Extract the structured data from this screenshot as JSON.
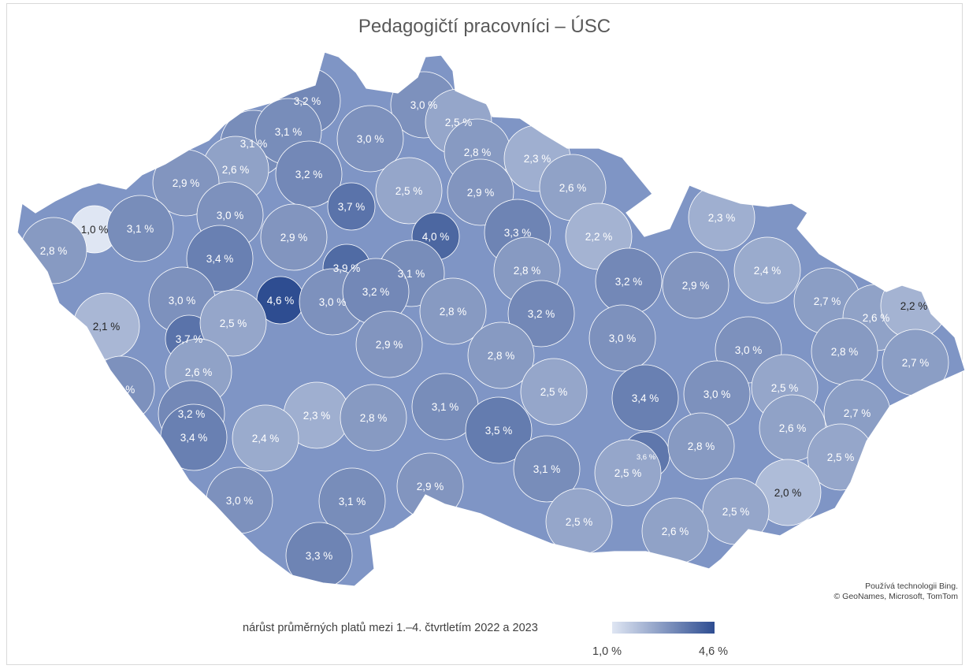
{
  "title": "Pedagogičtí pracovníci – ÚSC",
  "attribution": {
    "line1": "Používá technologii Bing.",
    "line2": "© GeoNames, Microsoft, TomTom"
  },
  "legend": {
    "label": "nárůst průměrných platů mezi 1.–4. čtvrtletím 2022 a 2023",
    "min_label": "1,0 %",
    "max_label": "4,6 %",
    "min_value": 1.0,
    "max_value": 4.6,
    "color_low": "#dfe6f3",
    "color_high": "#2e4d91"
  },
  "chart_data": {
    "type": "choropleth",
    "values": [
      3.2,
      3.0,
      2.5,
      3.1,
      3.1,
      3.0,
      2.8,
      2.3,
      2.6,
      3.2,
      2.9,
      2.5,
      2.9,
      2.6,
      1.0,
      3.1,
      2.8,
      3.0,
      3.7,
      4.0,
      3.3,
      2.2,
      2.3,
      3.4,
      2.9,
      3.9,
      3.1,
      2.8,
      3.2,
      2.9,
      2.4,
      3.0,
      4.6,
      3.0,
      3.2,
      2.8,
      3.2,
      2.7,
      2.6,
      2.2,
      2.1,
      3.7,
      2.5,
      2.9,
      3.0,
      2.6,
      3.0,
      2.8,
      2.8,
      2.7,
      3.0,
      3.2,
      3.4,
      2.5,
      3.0,
      2.5,
      3.4,
      2.3,
      2.4,
      2.8,
      3.1,
      3.5,
      2.7,
      2.6,
      3.6,
      2.8,
      2.5,
      3.1,
      2.9,
      3.0,
      3.1,
      2.5,
      2.0,
      2.5,
      2.5,
      2.6,
      3.3
    ],
    "labels": [
      "3,2 %",
      "3,0 %",
      "2,5 %",
      "3,1 %",
      "3,1 %",
      "3,0 %",
      "2,8 %",
      "2,3 %",
      "2,6 %",
      "3,2 %",
      "2,9 %",
      "2,5 %",
      "2,9 %",
      "2,6 %",
      "1,0 %",
      "3,1 %",
      "2,8 %",
      "3,0 %",
      "3,7 %",
      "4,0 %",
      "3,3 %",
      "2,2 %",
      "2,3 %",
      "3,4 %",
      "2,9 %",
      "3,9 %",
      "3,1 %",
      "2,8 %",
      "3,2 %",
      "2,9 %",
      "2,4 %",
      "3,0 %",
      "4,6 %",
      "3,0 %",
      "3,2 %",
      "2,8 %",
      "3,2 %",
      "2,7 %",
      "2,6 %",
      "2,2 %",
      "2,1 %",
      "3,7 %",
      "2,5 %",
      "2,9 %",
      "3,0 %",
      "2,6 %",
      "3,0 %",
      "2,8 %",
      "2,8 %",
      "2,7 %",
      "3,0 %",
      "3,2 %",
      "3,4 %",
      "2,5 %",
      "3,0 %",
      "2,5 %",
      "3,4 %",
      "2,3 %",
      "2,4 %",
      "2,8 %",
      "3,1 %",
      "3,5 %",
      "2,7 %",
      "2,6 %",
      "3,6 %",
      "2,8 %",
      "2,5 %",
      "3,1 %",
      "2,9 %",
      "3,0 %",
      "3,1 %",
      "2,5 %",
      "2,0 %",
      "2,5 %",
      "2,5 %",
      "2,6 %",
      "3,3 %"
    ]
  }
}
